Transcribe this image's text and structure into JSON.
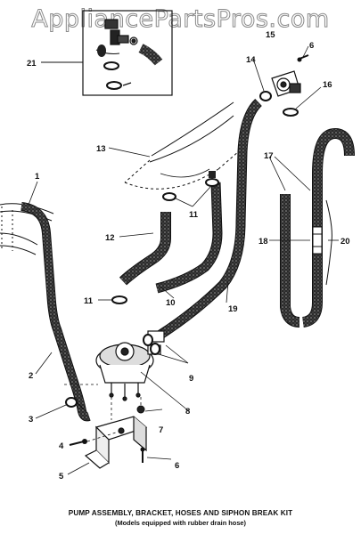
{
  "watermark": "AppliancePartsPros.com",
  "caption": {
    "line1": "PUMP ASSEMBLY, BRACKET, HOSES AND SIPHON BREAK KIT",
    "line2": "(Models equipped with rubber drain hose)"
  },
  "callouts": {
    "c1": "1",
    "c2": "2",
    "c3": "3",
    "c4": "4",
    "c5": "5",
    "c6a": "6",
    "c6b": "6",
    "c7": "7",
    "c8": "8",
    "c9": "9",
    "c10": "10",
    "c11a": "11",
    "c11b": "11",
    "c12": "12",
    "c13": "13",
    "c14": "14",
    "c15": "15",
    "c16": "16",
    "c17": "17",
    "c18": "18",
    "c19": "19",
    "c20": "20",
    "c21": "21"
  }
}
